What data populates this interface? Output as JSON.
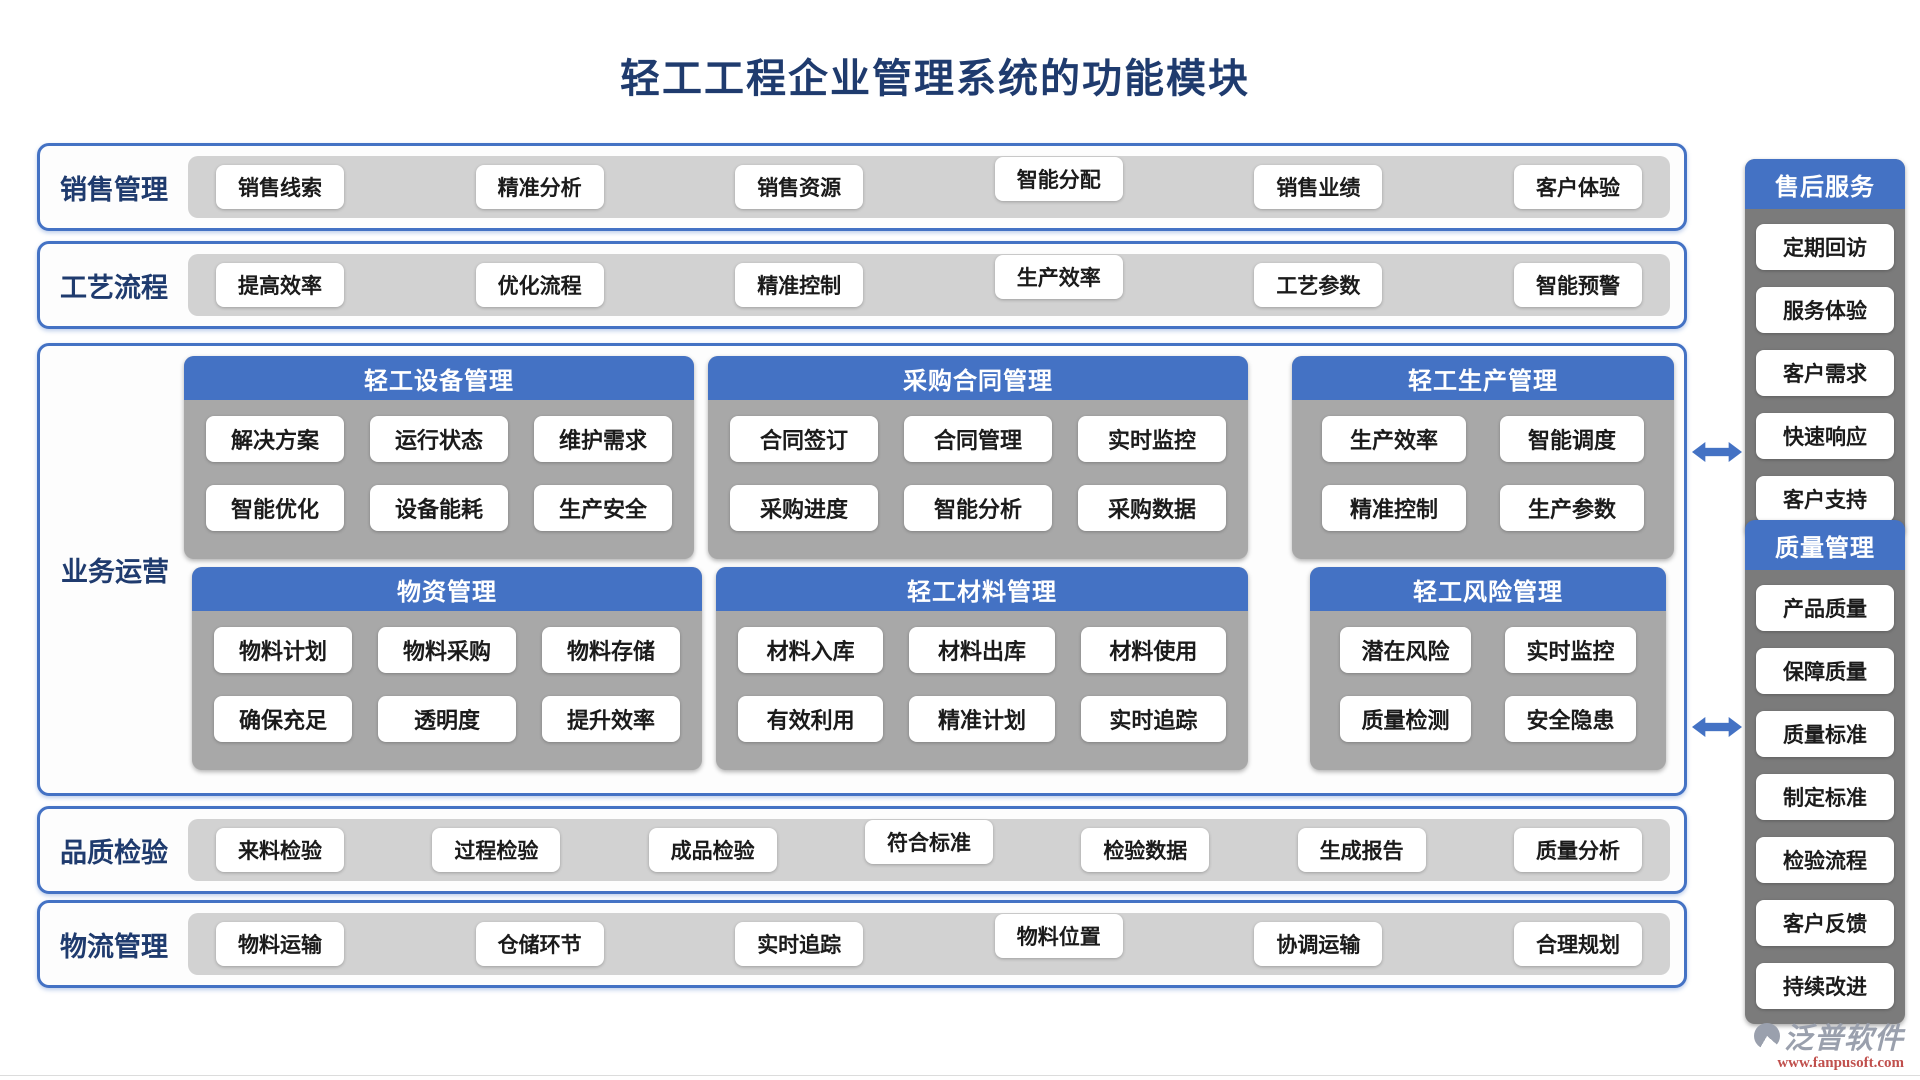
{
  "title": "轻工工程企业管理系统的功能模块",
  "bands": [
    {
      "label": "销售管理",
      "items": [
        "销售线索",
        "精准分析",
        "销售资源",
        "智能分配",
        "销售业绩",
        "客户体验"
      ]
    },
    {
      "label": "工艺流程",
      "items": [
        "提高效率",
        "优化流程",
        "精准控制",
        "生产效率",
        "工艺参数",
        "智能预警"
      ]
    },
    {
      "label": "品质检验",
      "items": [
        "来料检验",
        "过程检验",
        "成品检验",
        "符合标准",
        "检验数据",
        "生成报告",
        "质量分析"
      ]
    },
    {
      "label": "物流管理",
      "items": [
        "物料运输",
        "仓储环节",
        "实时追踪",
        "物料位置",
        "协调运输",
        "合理规划"
      ]
    }
  ],
  "operations": {
    "label": "业务运营",
    "sections": [
      {
        "title": "轻工设备管理",
        "items": [
          "解决方案",
          "运行状态",
          "维护需求",
          "智能优化",
          "设备能耗",
          "生产安全"
        ]
      },
      {
        "title": "采购合同管理",
        "items": [
          "合同签订",
          "合同管理",
          "实时监控",
          "采购进度",
          "智能分析",
          "采购数据"
        ]
      },
      {
        "title": "轻工生产管理",
        "items": [
          "生产效率",
          "智能调度",
          "精准控制",
          "生产参数"
        ]
      },
      {
        "title": "物资管理",
        "items": [
          "物料计划",
          "物料采购",
          "物料存储",
          "确保充足",
          "透明度",
          "提升效率"
        ]
      },
      {
        "title": "轻工材料管理",
        "items": [
          "材料入库",
          "材料出库",
          "材料使用",
          "有效利用",
          "精准计划",
          "实时追踪"
        ]
      },
      {
        "title": "轻工风险管理",
        "items": [
          "潜在风险",
          "实时监控",
          "质量检测",
          "安全隐患"
        ]
      }
    ]
  },
  "sidebar": {
    "panels": [
      {
        "title": "售后服务",
        "items": [
          "定期回访",
          "服务体验",
          "客户需求",
          "快速响应",
          "客户支持"
        ]
      },
      {
        "title": "质量管理",
        "items": [
          "产品质量",
          "保障质量",
          "质量标准",
          "制定标准",
          "检验流程",
          "客户反馈",
          "持续改进"
        ]
      }
    ]
  },
  "footer": {
    "brand": "泛普软件",
    "url": "www.fanpusoft.com"
  },
  "colors": {
    "accent_blue": "#4472C4",
    "navy_text": "#1F3B6E",
    "band_strip_gray": "#D2D2D2",
    "card_body_gray": "#A8A8A8",
    "sidebar_body_gray": "#7B7B7B",
    "brand_gray": "#9AA0AD",
    "url_red": "#C0504D"
  }
}
